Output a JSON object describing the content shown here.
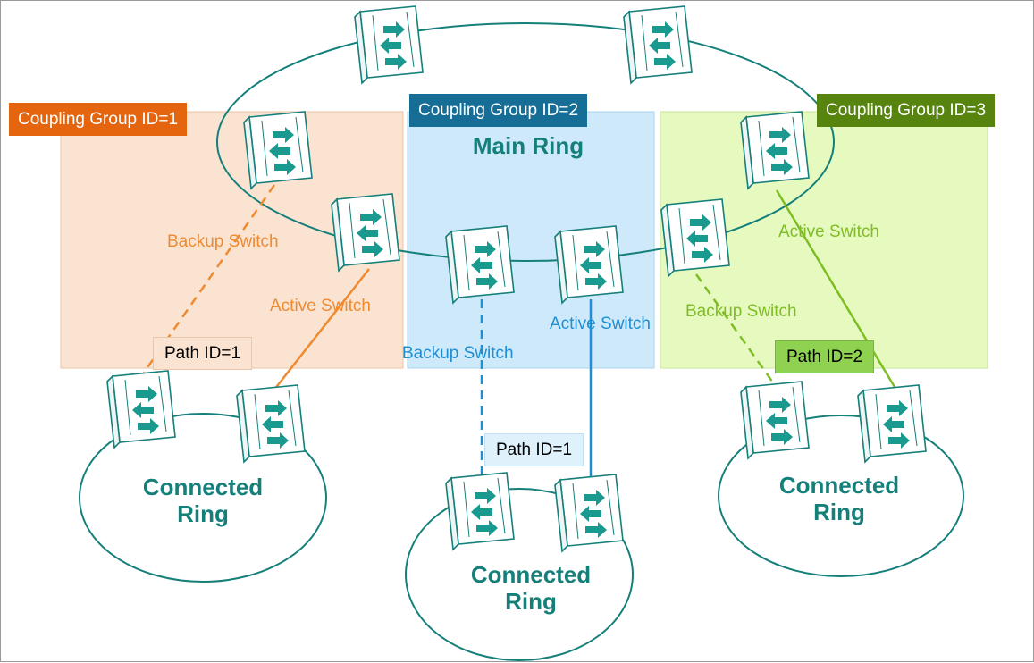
{
  "colors": {
    "ring_stroke": "#157f7a",
    "arrow": "#1a9a8e",
    "group1_fill": "#fbe3d2",
    "group1_label": "#e4650e",
    "group1_link": "#ee8a2f",
    "group2_fill": "#cde9fa",
    "group2_label": "#166e96",
    "group2_link": "#1f8fd1",
    "group3_fill": "#e6fac0",
    "group3_label": "#56840f",
    "group3_link": "#7fbd24",
    "path1_left_fill": "#fbe3d2",
    "path1_center_fill": "#dff1fb",
    "path2_fill": "#8fd151"
  },
  "icons": {
    "switch": "network-switch-icon"
  },
  "groups": [
    {
      "label": "Coupling Group ID=1"
    },
    {
      "label": "Coupling Group ID=2"
    },
    {
      "label": "Coupling Group ID=3"
    }
  ],
  "main_ring": {
    "title": "Main Ring"
  },
  "connected_rings": [
    {
      "title": "Connected\nRing"
    },
    {
      "title": "Connected\nRing"
    },
    {
      "title": "Connected\nRing"
    }
  ],
  "links": {
    "left_backup": "Backup Switch",
    "left_active": "Active Switch",
    "center_backup": "Backup Switch",
    "center_active": "Active Switch",
    "right_backup": "Backup Switch",
    "right_active": "Active Switch"
  },
  "paths": {
    "left": "Path ID=1",
    "center": "Path ID=1",
    "right": "Path ID=2"
  }
}
